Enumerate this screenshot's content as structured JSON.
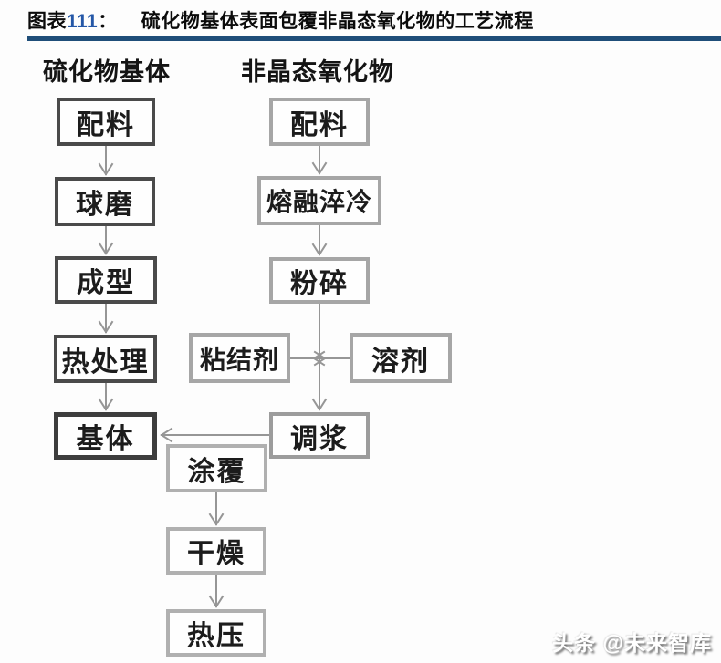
{
  "title": {
    "figure_word": "图表",
    "figure_number": "111",
    "colon": "：",
    "text": "硫化物基体表面包覆非晶态氧化物的工艺流程"
  },
  "flowchart": {
    "left_header": "硫化物基体",
    "right_header": "非晶态氧化物",
    "left_nodes": [
      "配料",
      "球磨",
      "成型",
      "热处理",
      "基体"
    ],
    "right_nodes": [
      "配料",
      "熔融淬冷",
      "粉碎"
    ],
    "binder": "粘结剂",
    "solvent": "溶剂",
    "slurry": "调浆",
    "coating": "涂覆",
    "drying": "干燥",
    "hot_press": "热压"
  },
  "watermark": {
    "text": "头条 @未来智库"
  },
  "colors": {
    "figure_number": "#2457a7",
    "title_rule": "#1f4e79",
    "dark_box_border": "#4a4a4a",
    "substrate_box_border": "#3d3d3d",
    "light_box_border": "#a6a6a6",
    "bottom_box_border": "#b0b0b0",
    "connector": "#969696"
  }
}
